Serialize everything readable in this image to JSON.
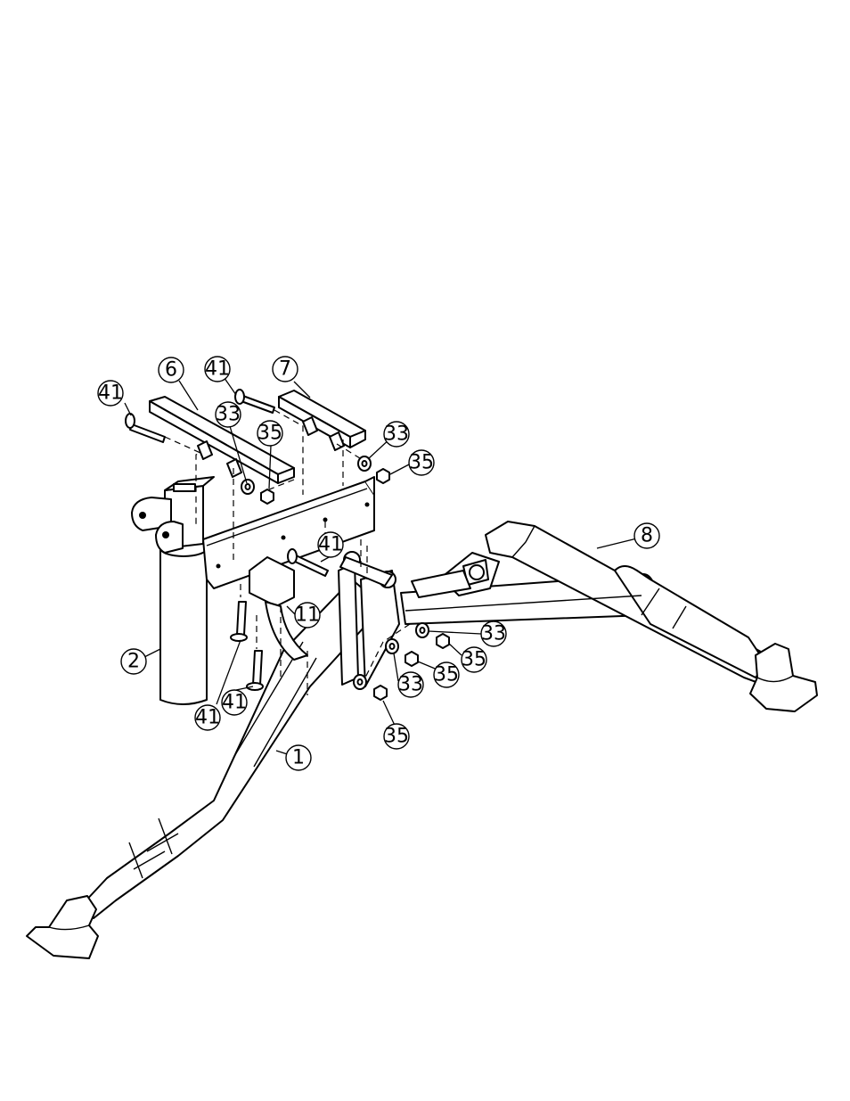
{
  "callouts": [
    {
      "id": "c1",
      "label": "1"
    },
    {
      "id": "c2",
      "label": "2"
    },
    {
      "id": "c6",
      "label": "6"
    },
    {
      "id": "c7",
      "label": "7"
    },
    {
      "id": "c8",
      "label": "8"
    },
    {
      "id": "c11",
      "label": "11"
    },
    {
      "id": "c33a",
      "label": "33"
    },
    {
      "id": "c33b",
      "label": "33"
    },
    {
      "id": "c33c",
      "label": "33"
    },
    {
      "id": "c33d",
      "label": "33"
    },
    {
      "id": "c35a",
      "label": "35"
    },
    {
      "id": "c35b",
      "label": "35"
    },
    {
      "id": "c35c",
      "label": "35"
    },
    {
      "id": "c35d",
      "label": "35"
    },
    {
      "id": "c35e",
      "label": "35"
    },
    {
      "id": "c41a",
      "label": "41"
    },
    {
      "id": "c41b",
      "label": "41"
    },
    {
      "id": "c41c",
      "label": "41"
    },
    {
      "id": "c41d",
      "label": "41"
    },
    {
      "id": "c41e",
      "label": "41"
    }
  ]
}
